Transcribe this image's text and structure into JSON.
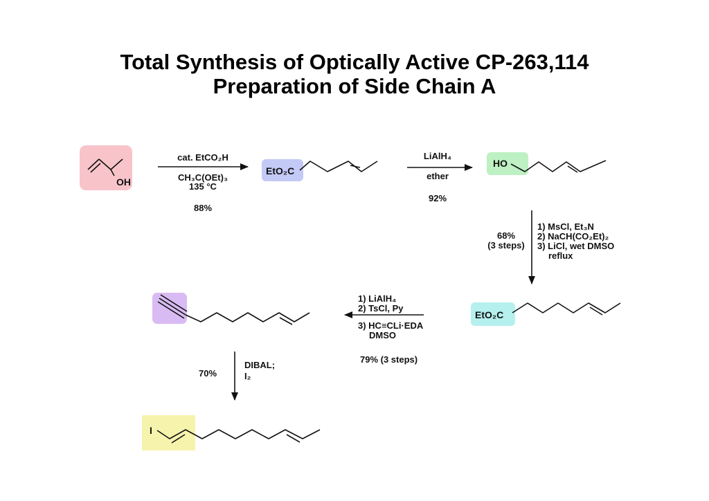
{
  "title": {
    "line1": "Total Synthesis of Optically Active CP-263,114",
    "line2": "Preparation of Side Chain A"
  },
  "colors": {
    "highlight_1": "#f8c4ca",
    "highlight_2": "#c4caf6",
    "highlight_3": "#bdf0c2",
    "highlight_4": "#b5f0ee",
    "highlight_5": "#d9bbf3",
    "highlight_6": "#f6f3ad"
  },
  "compounds": {
    "c1": {
      "label": "OH"
    },
    "c2": {
      "label": "EtO₂C"
    },
    "c3": {
      "label": "HO"
    },
    "c4": {
      "label": "EtO₂C"
    },
    "c6": {
      "label": "I"
    }
  },
  "steps": {
    "step1": {
      "above": "cat. EtCO₂H",
      "below1": "CH₃C(OEt)₃",
      "below2": "135 °C",
      "yield": "88%"
    },
    "step2": {
      "above": "LiAlH₄",
      "below": "ether",
      "yield": "92%"
    },
    "step3": {
      "r1": "1) MsCl, Et₃N",
      "r2": "2) NaCH(CO₂Et)₂",
      "r3": "3) LiCl, wet DMSO",
      "r4": "reflux",
      "yield": "68%",
      "yield_note": "(3 steps)"
    },
    "step4": {
      "r1": "1) LiAlH₄",
      "r2": "2) TsCl, Py",
      "r3": "3) HC≡CLi·EDA",
      "r4": "DMSO",
      "yield": "79% (3 steps)"
    },
    "step5": {
      "r1": "DIBAL;",
      "r2": "I₂",
      "yield": "70%"
    }
  }
}
